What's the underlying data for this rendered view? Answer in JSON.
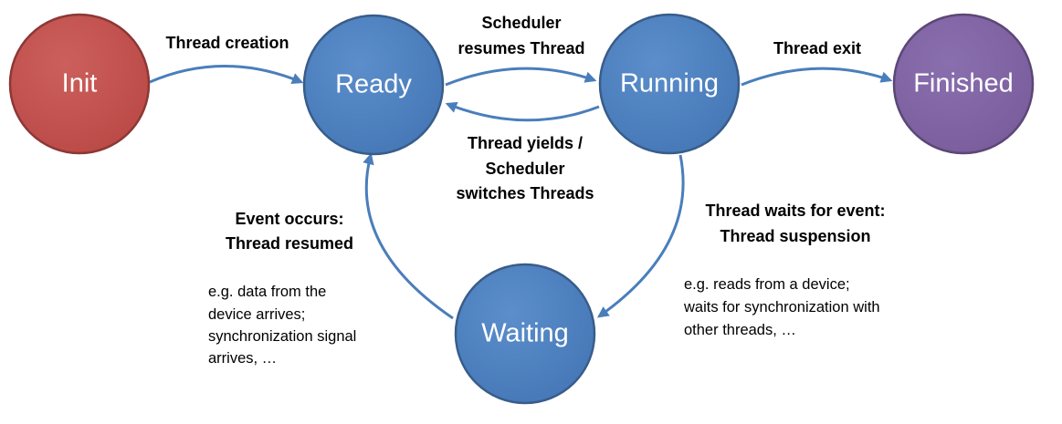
{
  "states": {
    "init": {
      "label": "Init",
      "color": "#c0504d",
      "stroke": "#8c3836"
    },
    "ready": {
      "label": "Ready",
      "color": "#4f81bd",
      "stroke": "#385d8a"
    },
    "running": {
      "label": "Running",
      "color": "#4f81bd",
      "stroke": "#385d8a"
    },
    "finished": {
      "label": "Finished",
      "color": "#8064a2",
      "stroke": "#5c4776"
    },
    "waiting": {
      "label": "Waiting",
      "color": "#4f81bd",
      "stroke": "#385d8a"
    }
  },
  "arrow_color": "#4a7ebb",
  "transitions": {
    "creation": {
      "label": "Thread creation"
    },
    "resume": {
      "lines": [
        "Scheduler",
        "resumes Thread"
      ]
    },
    "exit": {
      "label": "Thread exit"
    },
    "yield": {
      "lines": [
        "Thread yields /",
        "Scheduler",
        "switches Threads"
      ]
    },
    "wait": {
      "lines": [
        "Thread waits for event:",
        "Thread suspension"
      ]
    },
    "event": {
      "lines": [
        "Event occurs:",
        "Thread resumed"
      ]
    }
  },
  "notes": {
    "wait_examples": [
      "e.g. reads from a device;",
      "waits for synchronization with",
      "other threads, …"
    ],
    "event_examples": [
      "e.g. data from the",
      "device arrives;",
      "synchronization signal",
      "arrives, …"
    ]
  }
}
